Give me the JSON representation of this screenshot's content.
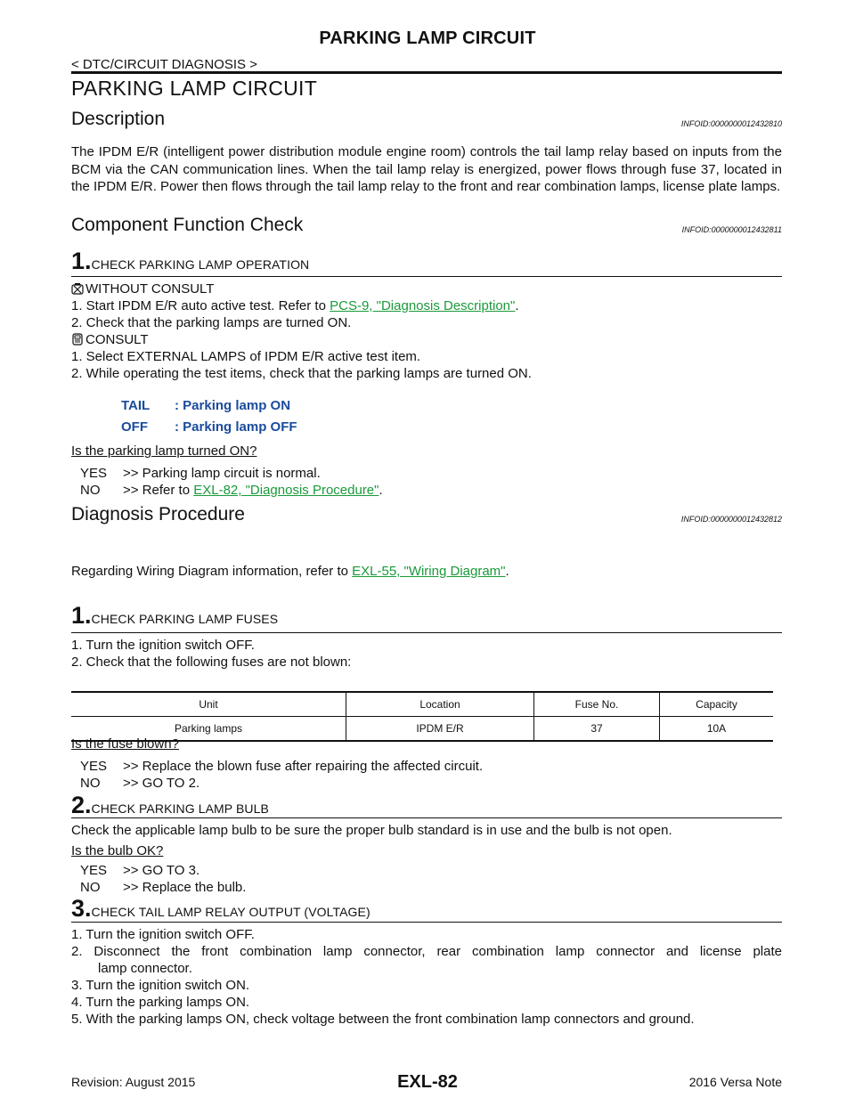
{
  "header": {
    "title": "PARKING LAMP CIRCUIT",
    "breadcrumb": "< DTC/CIRCUIT DIAGNOSIS >"
  },
  "page_title": "PARKING LAMP CIRCUIT",
  "description": {
    "heading": "Description",
    "infoid": "INFOID:0000000012432810",
    "text": "The IPDM E/R (intelligent power distribution module engine room) controls the tail lamp relay based on inputs from the BCM via the CAN communication lines. When the tail lamp relay is energized, power flows through fuse 37, located in the IPDM E/R. Power then flows through the tail lamp relay to the front and rear combination lamps, license plate lamps."
  },
  "component_check": {
    "heading": "Component Function Check",
    "infoid": "INFOID:0000000012432811",
    "step_num": "1.",
    "step_title": "CHECK PARKING LAMP OPERATION",
    "without_consult_label": "WITHOUT CONSULT",
    "wc_1_pre": "1.  Start IPDM E/R auto active test. Refer to ",
    "wc_1_link": "PCS-9, \"Diagnosis Description\"",
    "wc_1_post": ".",
    "wc_2": "2.  Check that the parking lamps are turned ON.",
    "consult_label": "CONSULT",
    "c_1": "1.  Select  EXTERNAL LAMPS of IPDM E/R active test item.",
    "c_2": "2.  While operating the test items, check that the parking lamps are turned ON.",
    "spec_1_key": "TAIL",
    "spec_1_val": ": Parking lamp ON",
    "spec_2_key": "OFF",
    "spec_2_val": ": Parking lamp OFF",
    "question": "Is the parking lamp turned ON?",
    "yes_key": "YES",
    "yes_val": ">> Parking lamp circuit is normal.",
    "no_key": "NO",
    "no_pre": ">> Refer to ",
    "no_link": "EXL-82, \"Diagnosis Procedure\"",
    "no_post": "."
  },
  "diagnosis": {
    "heading": "Diagnosis Procedure",
    "infoid": "INFOID:0000000012432812",
    "wiring_pre": "Regarding Wiring Diagram information, refer to ",
    "wiring_link": "EXL-55, \"Wiring Diagram\"",
    "wiring_post": ".",
    "s1_num": "1.",
    "s1_title": "CHECK PARKING LAMP FUSES",
    "s1_l1": "1.  Turn the ignition switch OFF.",
    "s1_l2": "2.  Check that the following fuses are not blown:",
    "table": {
      "headers": [
        "Unit",
        "Location",
        "Fuse No.",
        "Capacity"
      ],
      "row": [
        "Parking lamps",
        "IPDM  E/R",
        "37",
        "10A"
      ]
    },
    "s1_q": "Is the fuse blown?",
    "s1_yes": ">> Replace the blown fuse after repairing the affected circuit.",
    "s1_no": ">> GO TO 2.",
    "s2_num": "2.",
    "s2_title": "CHECK PARKING LAMP BULB",
    "s2_text": "Check the applicable lamp bulb to be sure the proper bulb standard is in use and the bulb is not open.",
    "s2_q": "Is the bulb OK?",
    "s2_yes": ">> GO TO 3.",
    "s2_no": ">> Replace the bulb.",
    "s3_num": "3.",
    "s3_title": "CHECK TAIL LAMP RELAY OUTPUT (VOLTAGE)",
    "s3_l1": "1.  Turn the ignition switch OFF.",
    "s3_l2a": "2.  Disconnect the front combination lamp connector, rear combination lamp connector and license plate",
    "s3_l2b": "lamp connector.",
    "s3_l3": "3.  Turn the ignition switch ON.",
    "s3_l4": "4.  Turn the parking lamps ON.",
    "s3_l5": "5.  With the parking lamps ON, check voltage between the front combination lamp connectors and ground.",
    "yes_key": "YES",
    "no_key": "NO"
  },
  "footer": {
    "revision": "Revision: August 2015",
    "page": "EXL-82",
    "model": "2016 Versa Note"
  }
}
